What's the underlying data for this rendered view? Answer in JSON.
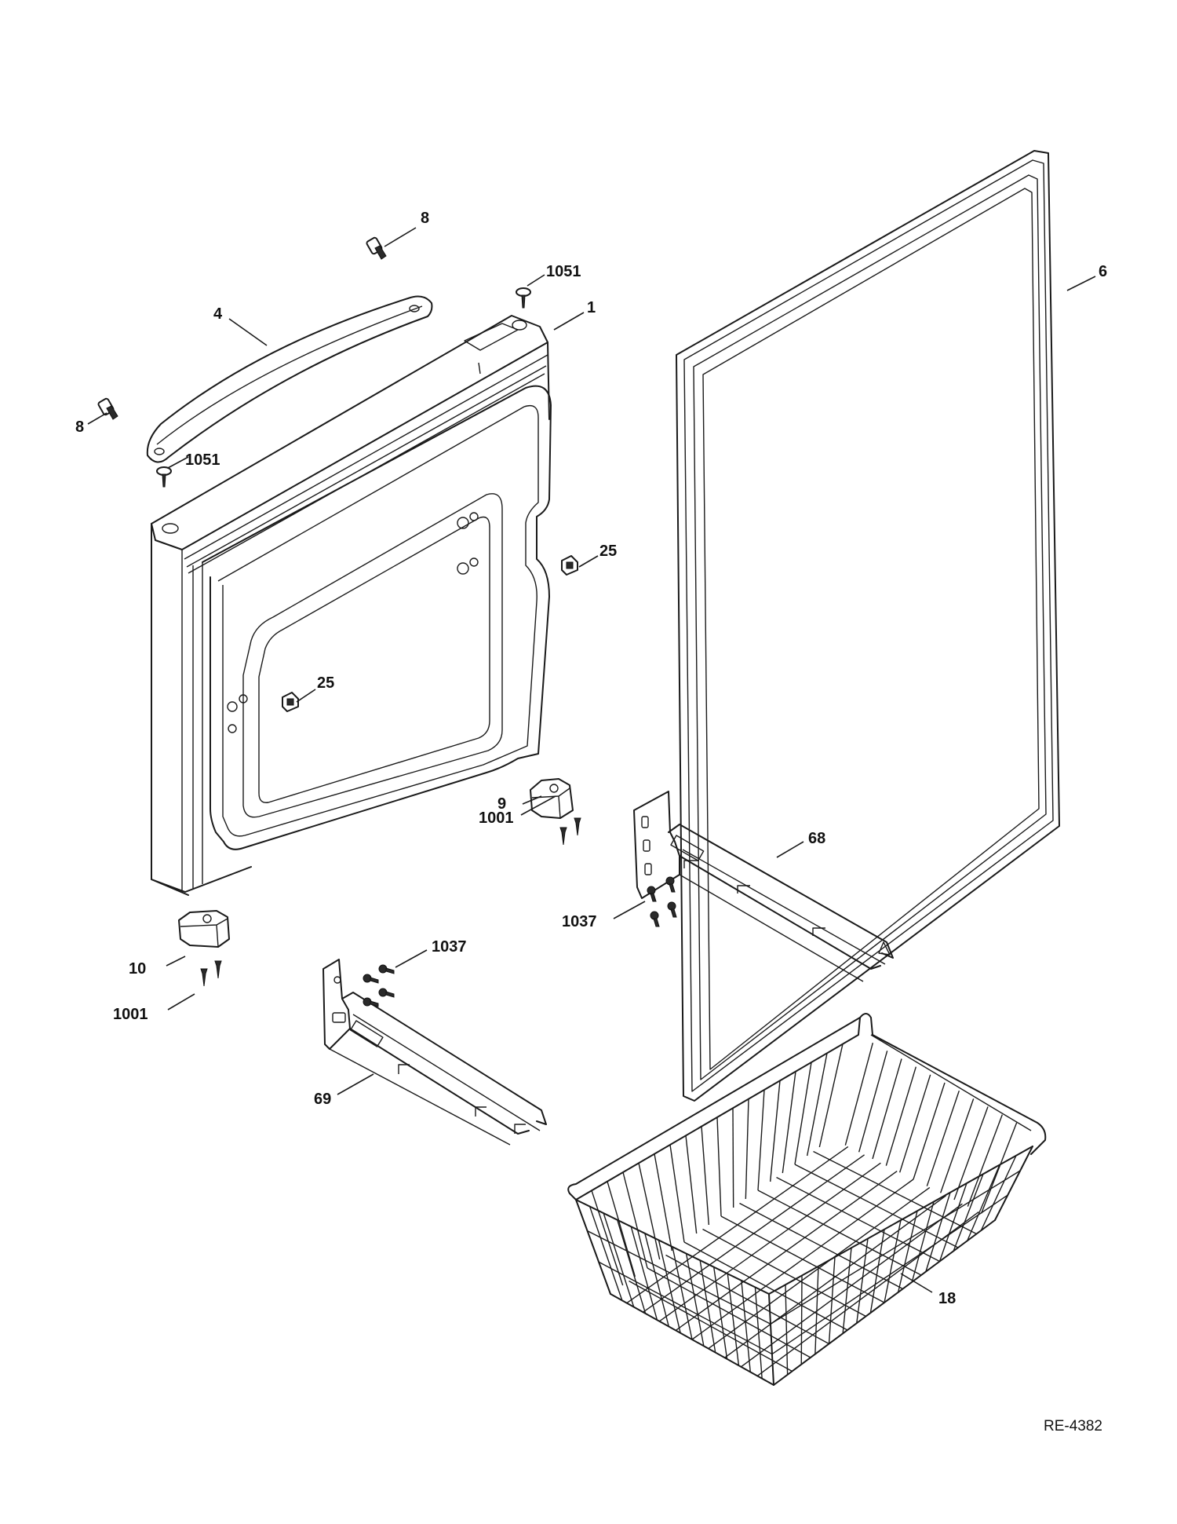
{
  "callouts": {
    "c8_top": "8",
    "c1051_top": "1051",
    "c4": "4",
    "c1": "1",
    "c6": "6",
    "c8_left": "8",
    "c1051_left": "1051",
    "c25_right": "25",
    "c25_mid": "25",
    "c9": "9",
    "c1001_right": "1001",
    "c68": "68",
    "c1037_right": "1037",
    "c10": "10",
    "c1037_left": "1037",
    "c1001_left": "1001",
    "c69": "69",
    "c18": "18"
  },
  "reference_code": "RE-4382"
}
